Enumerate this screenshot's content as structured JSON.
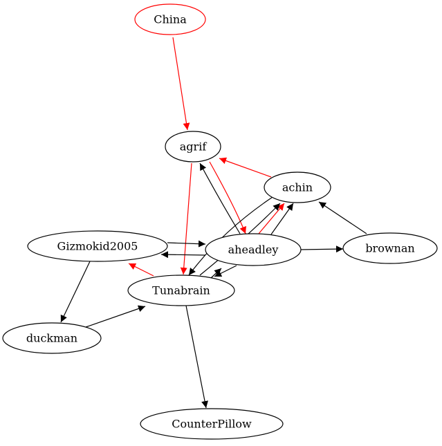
{
  "graph": {
    "type": "directed",
    "colors": {
      "default": "#000000",
      "highlight": "#ff0000"
    },
    "nodes": [
      {
        "id": "China",
        "label": "China",
        "color": "#ff0000"
      },
      {
        "id": "agrif",
        "label": "agrif",
        "color": "#000000"
      },
      {
        "id": "achin",
        "label": "achin",
        "color": "#000000"
      },
      {
        "id": "Gizmokid2005",
        "label": "Gizmokid2005",
        "color": "#000000"
      },
      {
        "id": "aheadley",
        "label": "aheadley",
        "color": "#000000"
      },
      {
        "id": "brownan",
        "label": "brownan",
        "color": "#000000"
      },
      {
        "id": "Tunabrain",
        "label": "Tunabrain",
        "color": "#000000"
      },
      {
        "id": "duckman",
        "label": "duckman",
        "color": "#000000"
      },
      {
        "id": "CounterPillow",
        "label": "CounterPillow",
        "color": "#000000"
      }
    ],
    "edges": [
      {
        "from": "China",
        "to": "agrif",
        "color": "#ff0000"
      },
      {
        "from": "agrif",
        "to": "Tunabrain",
        "color": "#ff0000"
      },
      {
        "from": "agrif",
        "to": "aheadley",
        "color": "#ff0000"
      },
      {
        "from": "achin",
        "to": "agrif",
        "color": "#ff0000"
      },
      {
        "from": "aheadley",
        "to": "agrif",
        "color": "#000000"
      },
      {
        "from": "aheadley",
        "to": "achin",
        "color": "#ff0000"
      },
      {
        "from": "achin",
        "to": "Tunabrain",
        "color": "#000000"
      },
      {
        "from": "Tunabrain",
        "to": "achin",
        "color": "#000000"
      },
      {
        "from": "Tunabrain",
        "to": "aheadley",
        "color": "#000000"
      },
      {
        "from": "aheadley",
        "to": "Tunabrain",
        "color": "#000000"
      },
      {
        "from": "brownan",
        "to": "achin",
        "color": "#000000"
      },
      {
        "from": "Gizmokid2005",
        "to": "aheadley",
        "color": "#000000"
      },
      {
        "from": "aheadley",
        "to": "Gizmokid2005",
        "color": "#000000"
      },
      {
        "from": "aheadley",
        "to": "brownan",
        "color": "#000000"
      },
      {
        "from": "Tunabrain",
        "to": "Gizmokid2005",
        "color": "#ff0000"
      },
      {
        "from": "Gizmokid2005",
        "to": "duckman",
        "color": "#000000"
      },
      {
        "from": "duckman",
        "to": "Tunabrain",
        "color": "#000000"
      },
      {
        "from": "Tunabrain",
        "to": "CounterPillow",
        "color": "#000000"
      }
    ]
  }
}
